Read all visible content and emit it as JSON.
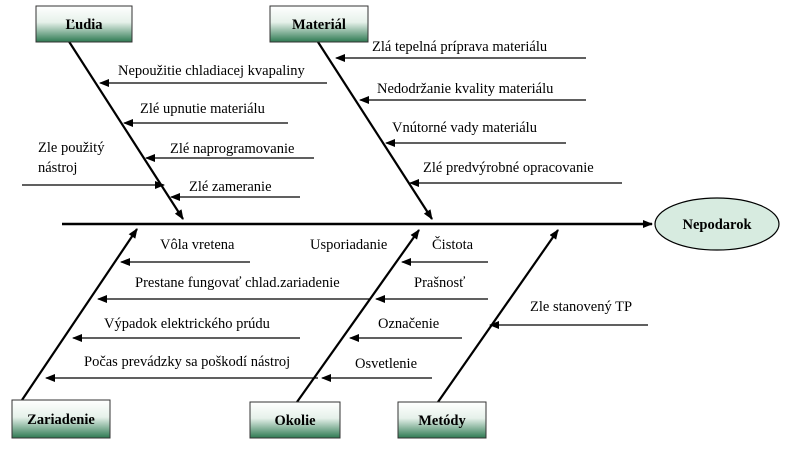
{
  "effect": "Nepodarok",
  "categories": {
    "ludia": "Ľudia",
    "material": "Materiál",
    "zariadenie": "Zariadenie",
    "okolie": "Okolie",
    "metody": "Metódy"
  },
  "causes": {
    "ludia": [
      "Nepoužitie chladiacej kvapaliny",
      "Zlé upnutie materiálu",
      "Zlé naprogramovanie",
      "Zlé zameranie"
    ],
    "ludia_extra": [
      "Zle použitý",
      "nástroj"
    ],
    "material": [
      "Zlá tepelná príprava materiálu",
      "Nedodržanie kvality materiálu",
      "Vnútorné vady materiálu",
      "Zlé predvýrobné opracovanie"
    ],
    "zariadenie": [
      "Vôla vretena",
      "Prestane fungovať chlad.zariadenie",
      "Výpadok elektrického prúdu",
      "Počas prevádzky sa poškodí nástroj"
    ],
    "okolie": [
      "Usporiadanie",
      "Čistota",
      "Prašnosť",
      "Označenie",
      "Osvetlenie"
    ],
    "metody": [
      "Zle stanovený TP"
    ]
  },
  "colors": {
    "box_top": "#ffffff",
    "box_bottom": "#2e7a52",
    "effect_fill": "#d7ebe0",
    "line": "#000000"
  }
}
